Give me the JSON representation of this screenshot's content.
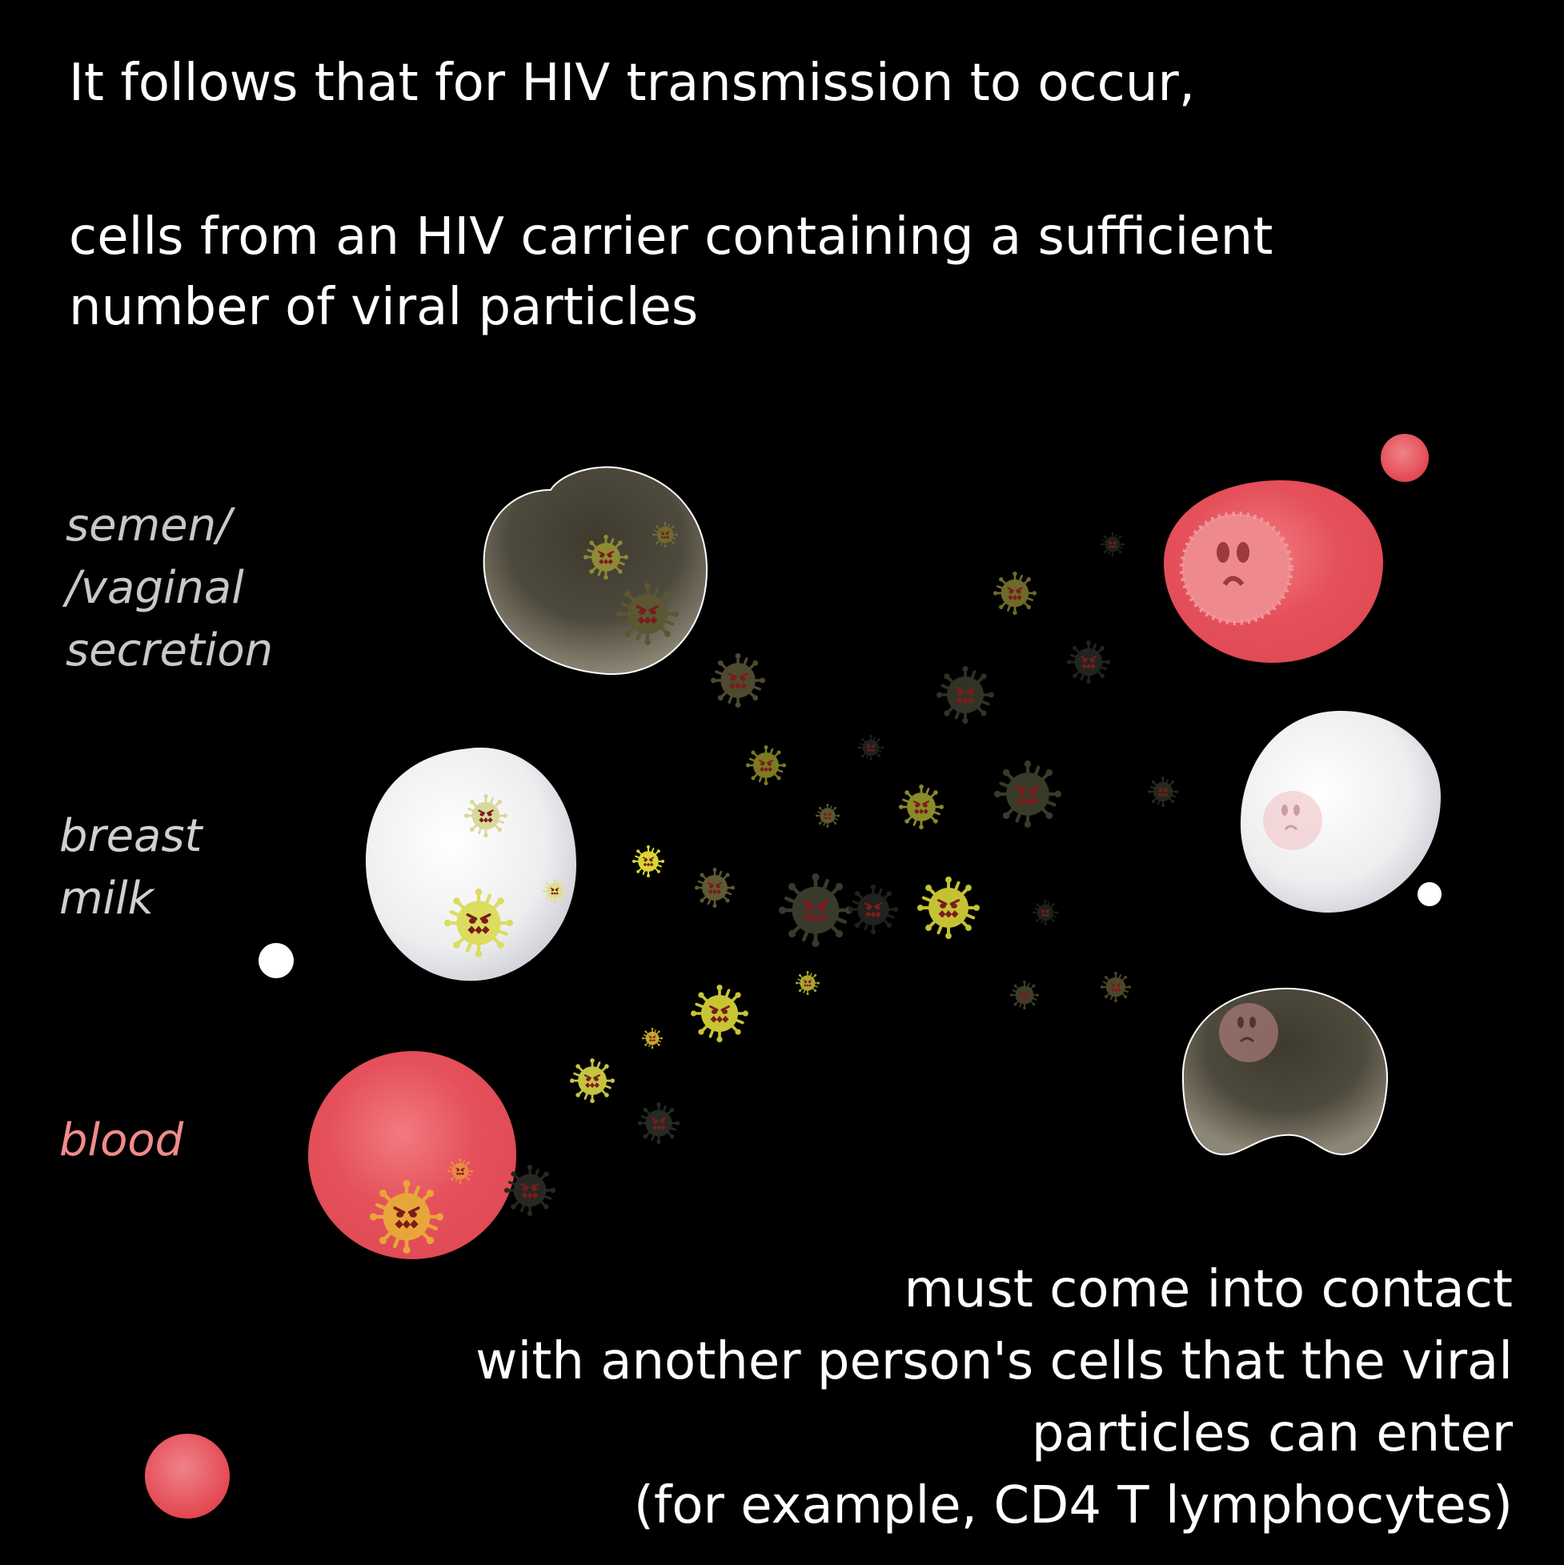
{
  "intro": "It follows that for HIV transmission to occur,",
  "carrier": {
    "line1": "cells from an HIV carrier containing a sufficient",
    "line2": "number of viral particles"
  },
  "fluids": {
    "semen": {
      "line1": "semen/",
      "line2": "/vaginal",
      "line3": "secretion"
    },
    "milk": {
      "line1": "breast",
      "line2": "milk"
    },
    "blood": {
      "line1": "blood"
    }
  },
  "contact": {
    "line1": "must come into contact",
    "line2": "with another person's cells that the viral",
    "line3": "particles can enter",
    "line4": "(for example, CD4 T lymphocytes)"
  },
  "colors": {
    "background": "#000000",
    "blood_cell": "#e8505a",
    "milk_cell": "#f2f2f4",
    "semen_cell": "#4a4638",
    "virus_yellow": "#e3e052",
    "virus_orange": "#e8a63a",
    "virus_dark": "#3b3a2c"
  },
  "icons": [
    "virus-icon",
    "cd4-lymphocyte-icon"
  ]
}
